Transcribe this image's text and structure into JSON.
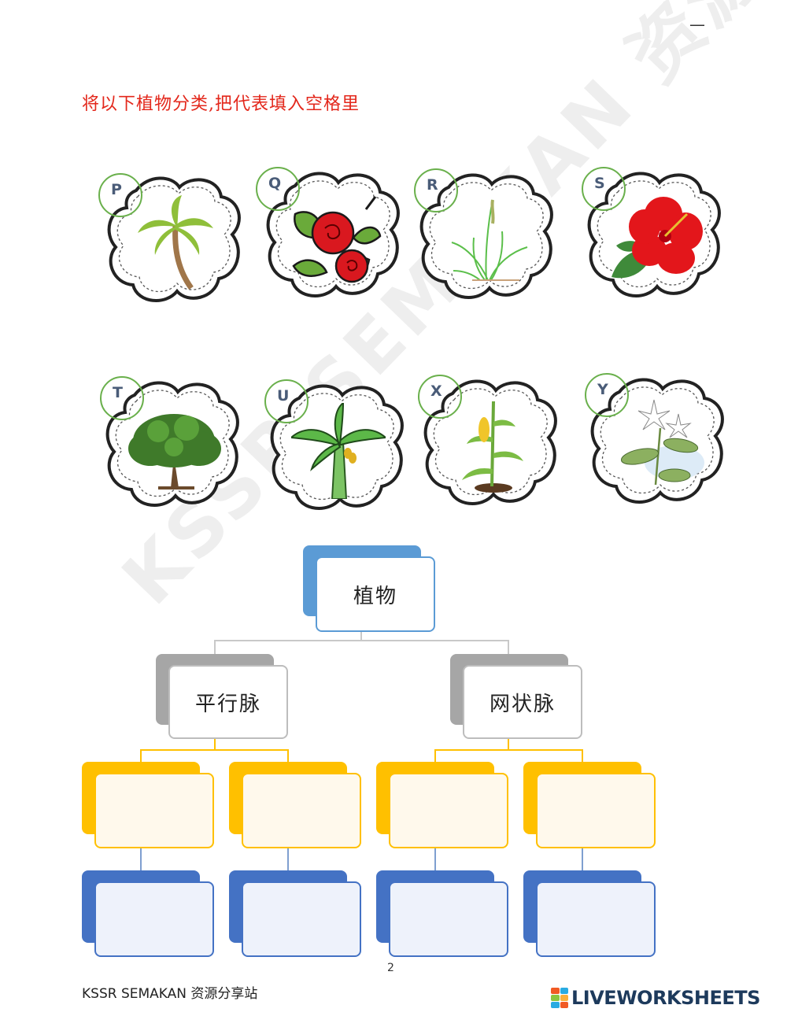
{
  "instruction": "将以下植物分类,把代表填入空格里",
  "cards": [
    {
      "letter": "P",
      "plant": "palm-tree-icon"
    },
    {
      "letter": "Q",
      "plant": "rose-icon"
    },
    {
      "letter": "R",
      "plant": "grass-icon"
    },
    {
      "letter": "S",
      "plant": "hibiscus-icon"
    },
    {
      "letter": "T",
      "plant": "tree-icon"
    },
    {
      "letter": "U",
      "plant": "banana-tree-icon"
    },
    {
      "letter": "X",
      "plant": "corn-plant-icon"
    },
    {
      "letter": "Y",
      "plant": "jasmine-icon"
    }
  ],
  "tree": {
    "root": "植物",
    "left": "平行脉",
    "right": "网状脉"
  },
  "page_number": "2",
  "footer": {
    "source": "KSSR SEMAKAN 资源分享站",
    "brand": "LIVEWORKSHEETS"
  },
  "watermark": "KSSR SEMAKAN 资源分享",
  "colors": {
    "title_red": "#e3271b",
    "badge_green": "#6ab04c",
    "root_blue": "#5b9bd5",
    "branch_gray": "#a6a6a6",
    "leaf_yellow": "#ffc000",
    "leaf_blue": "#4472c4"
  }
}
